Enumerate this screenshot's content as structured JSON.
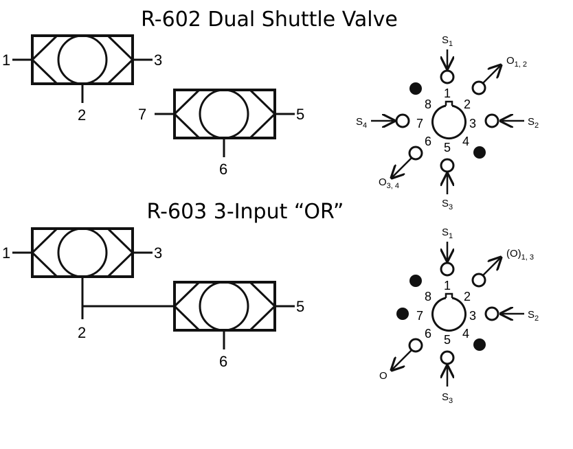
{
  "section1": {
    "title": "R-602 Dual Shuttle Valve",
    "valve_a": {
      "left": "1",
      "right": "3",
      "bottom": "2"
    },
    "valve_b": {
      "left": "7",
      "right": "5",
      "bottom": "6"
    },
    "port_view": {
      "center_numbers": [
        "1",
        "2",
        "3",
        "4",
        "5",
        "6",
        "7",
        "8"
      ],
      "signals": {
        "top": {
          "main": "S",
          "sub": "1"
        },
        "right": {
          "main": "S",
          "sub": "2"
        },
        "bottom": {
          "main": "S",
          "sub": "3"
        },
        "left": {
          "main": "S",
          "sub": "4"
        },
        "out_top_right": {
          "main": "O",
          "sub": "1, 2"
        },
        "out_bottom_left": {
          "main": "O",
          "sub": "3, 4"
        }
      }
    }
  },
  "section2": {
    "title": "R-603 3-Input “OR”",
    "valve_a": {
      "left": "1",
      "right": "3",
      "bottom": "2"
    },
    "valve_b": {
      "right": "5",
      "bottom": "6"
    },
    "port_view": {
      "center_numbers": [
        "1",
        "2",
        "3",
        "4",
        "5",
        "6",
        "7",
        "8"
      ],
      "signals": {
        "top": {
          "main": "S",
          "sub": "1"
        },
        "right": {
          "main": "S",
          "sub": "2"
        },
        "bottom": {
          "main": "S",
          "sub": "3"
        },
        "out_top_right": {
          "main": "(O)",
          "sub": "1, 3"
        },
        "out_bottom_left": {
          "main": "O",
          "sub": ""
        }
      }
    }
  }
}
